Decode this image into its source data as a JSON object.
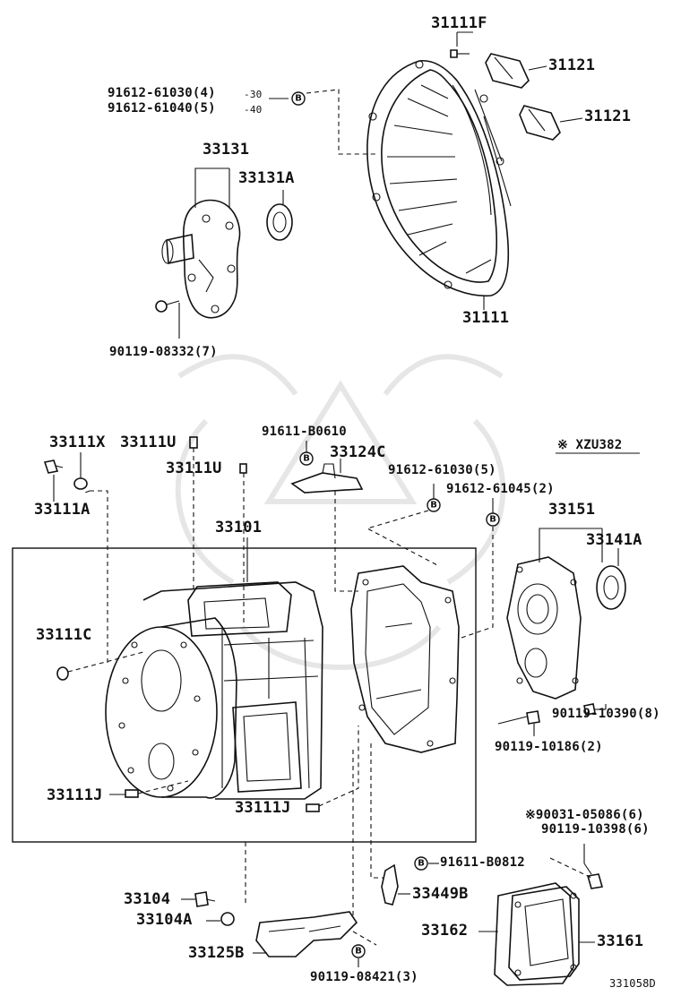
{
  "labels": {
    "p31111F": "31111F",
    "p31121a": "31121",
    "p31121b": "31121",
    "p91612_61030_4": "91612-61030(4)",
    "p91612_61040_5": "91612-61040(5)",
    "tq30": "-30",
    "tq40": "-40",
    "p33131": "33131",
    "p33131A": "33131A",
    "p31111": "31111",
    "p90119_08332": "90119-08332(7)",
    "p33111X": "33111X",
    "p33111U_a": "33111U",
    "p33111U_b": "33111U",
    "p33111A": "33111A",
    "p91611_B0610": "91611-B0610",
    "p33124C": "33124C",
    "xzu382": "※ XZU382",
    "p91612_61030_5": "91612-61030(5)",
    "p91612_61045": "91612-61045(2)",
    "p33101": "33101",
    "p33151": "33151",
    "p33141A": "33141A",
    "p33111C": "33111C",
    "p90119_10390": "90119-10390(8)",
    "p90119_10186": "90119-10186(2)",
    "p33111J_a": "33111J",
    "p33111J_b": "33111J",
    "p90031_05086": "※90031-05086(6)",
    "p90119_10398": "90119-10398(6)",
    "p91611_B0812": "91611-B0812",
    "p33104": "33104",
    "p33449B": "33449B",
    "p33104A": "33104A",
    "p33162": "33162",
    "p33161": "33161",
    "p33125B": "33125B",
    "p90119_08421": "90119-08421(3)",
    "figure_no": "331058D"
  },
  "markers": {
    "b_letter": "B"
  },
  "icons": {
    "b_marker": "circled-b-icon",
    "bolt": "bolt-icon",
    "seal": "oil-seal-icon",
    "plug": "plug-icon"
  },
  "colors": {
    "ink": "#111111",
    "paper": "#ffffff",
    "watermark": "#e6e6e6"
  }
}
